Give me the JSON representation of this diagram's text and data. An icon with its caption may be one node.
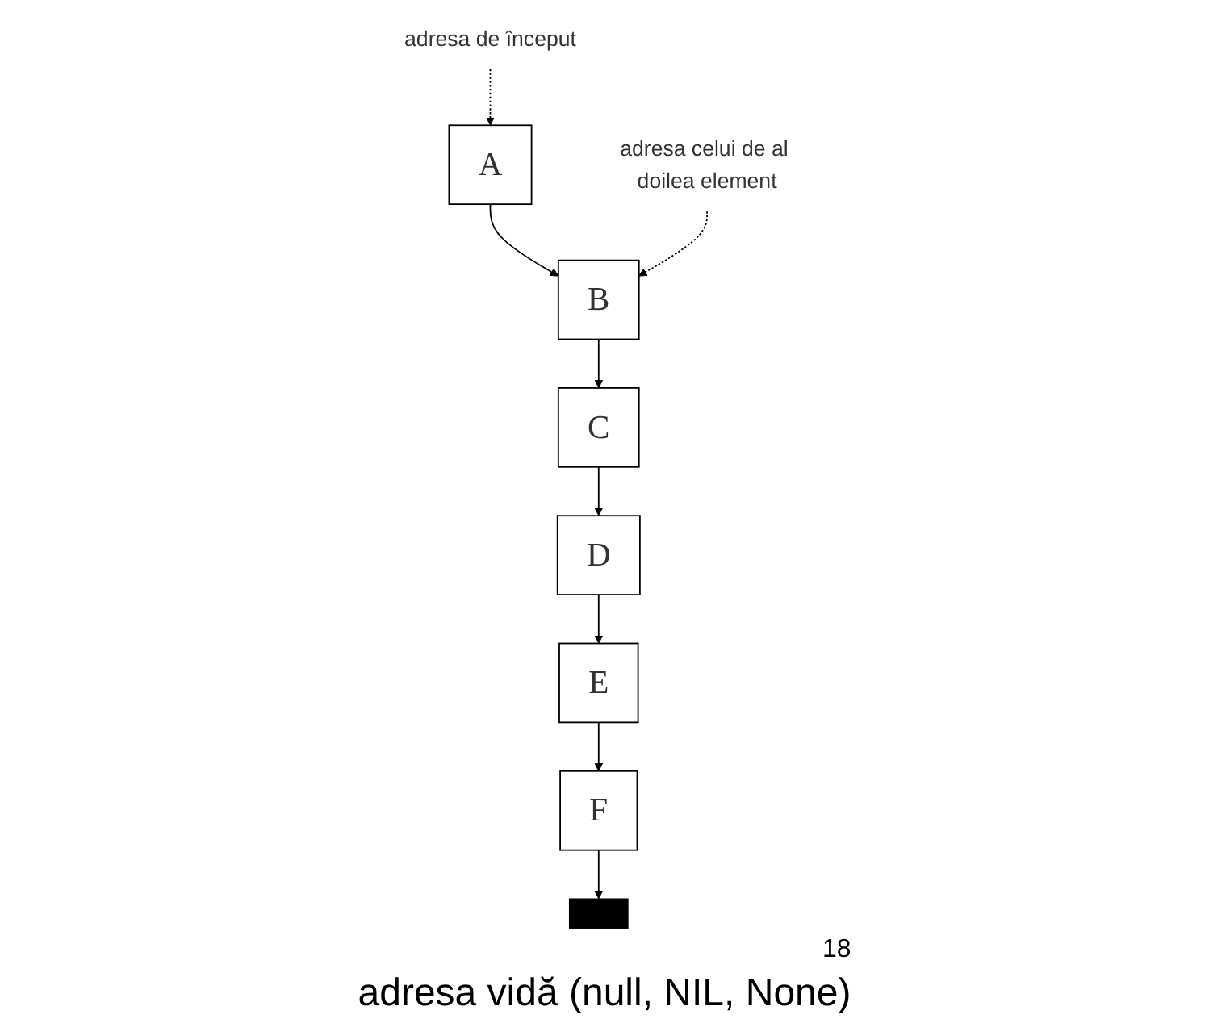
{
  "diagram": {
    "caption": "adresa vidă (null, NIL, None)",
    "nodes": [
      {
        "text": [
          "A"
        ]
      },
      {
        "text": [
          "B"
        ]
      },
      {
        "text": [
          "C"
        ]
      },
      {
        "text": [
          "D"
        ]
      },
      {
        "text": [
          "E"
        ]
      },
      {
        "text": [
          "F"
        ]
      },
      {
        "text": [
          "adresa de început"
        ]
      },
      {
        "text": [
          "adresa celui de al doilea element"
        ]
      },
      {
        "text": [],
        "shape": "bar"
      }
    ],
    "edges": [
      {
        "from": 0,
        "to": 1,
        "arrow": "to"
      },
      {
        "from": 1,
        "to": 2,
        "arrow": "to"
      },
      {
        "from": 2,
        "to": 3,
        "arrow": "to"
      },
      {
        "from": 3,
        "to": 4,
        "arrow": "to"
      },
      {
        "from": 4,
        "to": 5,
        "arrow": "to"
      },
      {
        "from": 5,
        "to": 8,
        "arrow": "to"
      },
      {
        "from": 6,
        "to": 0,
        "arrow": "to",
        "style": "dashed"
      },
      {
        "from": 7,
        "to": 1,
        "arrow": "to",
        "style": "dashed"
      }
    ],
    "labels": [
      "18"
    ]
  }
}
